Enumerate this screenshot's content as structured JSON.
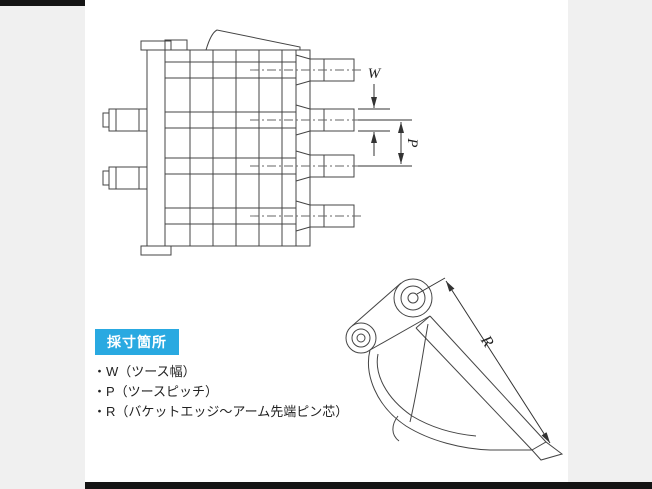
{
  "page": {
    "background_color": "#f0f0f0",
    "panel_color": "#ffffff",
    "edge_bar_color": "#141414"
  },
  "measurement_label": {
    "text": "採寸箇所",
    "background_color": "#29a9e1",
    "text_color": "#ffffff"
  },
  "legend": {
    "items": [
      "・W（ツース幅）",
      "・P（ツースピッチ）",
      "・R（バケットエッジ〜アーム先端ピン芯）"
    ]
  },
  "dimensions": {
    "tooth_width_label": "W",
    "tooth_pitch_label": "P",
    "edge_to_pin_label": "R"
  }
}
